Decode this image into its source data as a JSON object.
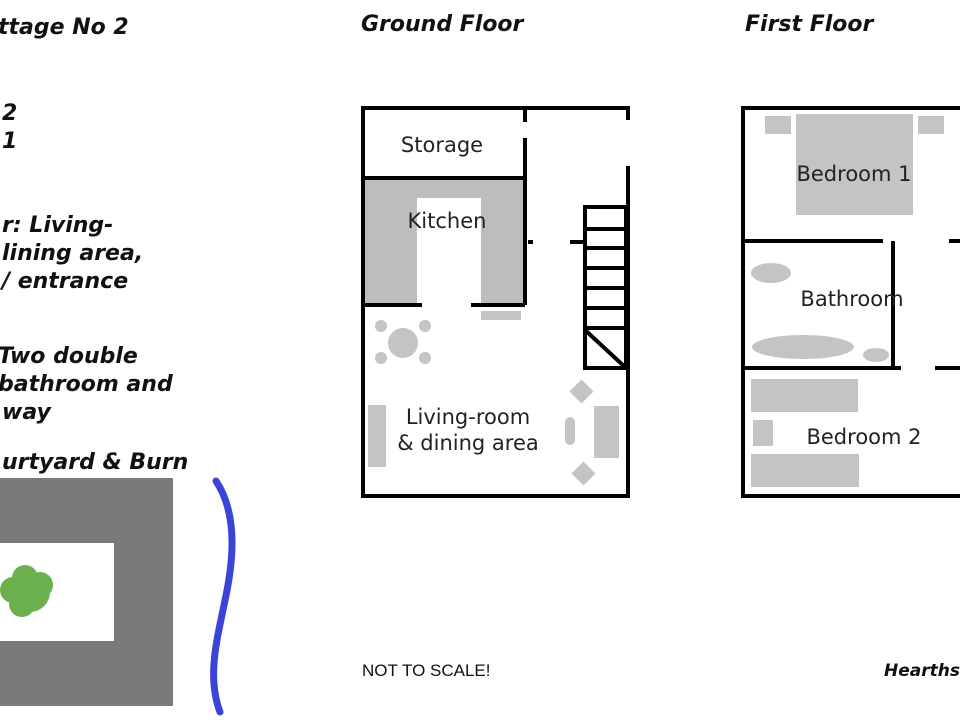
{
  "title": "ttage No 2",
  "left_panel": {
    "line_a": "2",
    "line_b": "1",
    "ground_desc": [
      "r: Living-",
      "lining area,",
      "/ entrance"
    ],
    "first_desc": [
      "Two double",
      "bathroom and",
      "way"
    ],
    "courtyard_label": "urtyard & Burn"
  },
  "ground_floor": {
    "heading": "Ground Floor",
    "rooms": {
      "storage": "Storage",
      "kitchen": "Kitchen",
      "living_line1": "Living-room",
      "living_line2": "& dining area"
    }
  },
  "first_floor": {
    "heading": "First Floor",
    "rooms": {
      "bedroom1": "Bedroom 1",
      "bathroom": "Bathroom",
      "bedroom2": "Bedroom 2"
    }
  },
  "footer": {
    "note": "NOT TO SCALE!",
    "credit": "Hearths"
  },
  "colors": {
    "wall": "#000000",
    "furniture": "#c4c4c4",
    "kitchen": "#bdbdbd",
    "courtyard": "#7a7a7a",
    "tree": "#6ab04c",
    "burn": "#3a45d8"
  }
}
